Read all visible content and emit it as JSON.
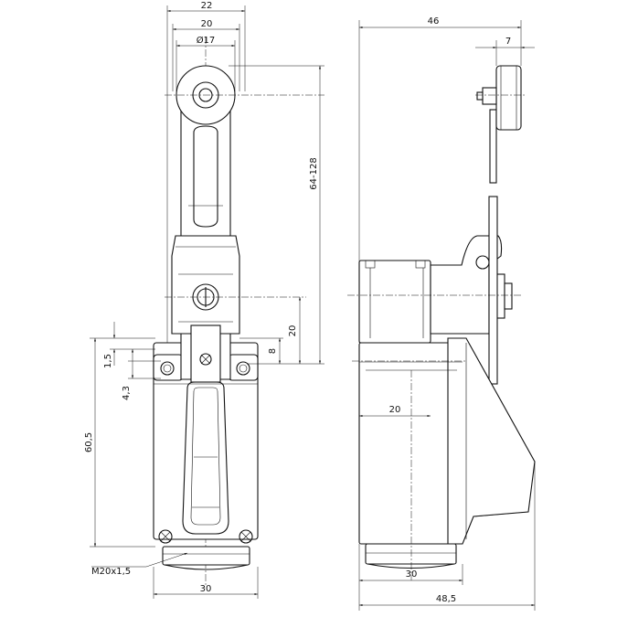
{
  "dimensions": {
    "width_22": "22",
    "width_20": "20",
    "roller_dia": "Ø17",
    "lever_length": "64-128",
    "pivot_height": "20",
    "dim_8": "8",
    "dim_1_5": "1,5",
    "dim_4_3": "4,3",
    "body_height": "60,5",
    "thread": "M20x1,5",
    "body_width_front": "30",
    "overall_depth": "46",
    "roller_width": "7",
    "body_offset": "20",
    "body_width_side": "30",
    "total_depth": "48,5"
  }
}
